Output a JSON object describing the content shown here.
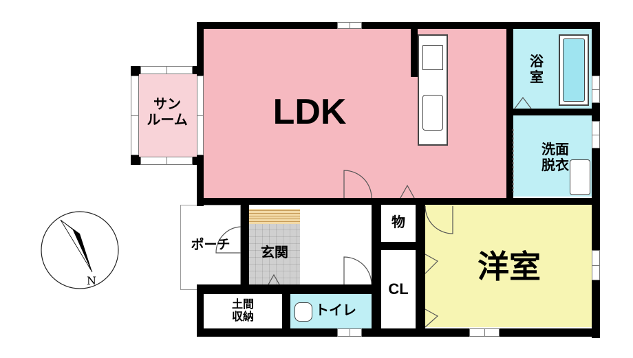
{
  "rooms": {
    "ldk": "LDK",
    "sunroom": "サン\nルーム",
    "bath": "浴\n室",
    "washroom": "洗面\n脱衣",
    "storage": "物",
    "western": "洋室",
    "closet": "CL",
    "porch": "ポーチ",
    "entrance": "玄関",
    "earth_storage": "土間\n収納",
    "toilet": "トイレ"
  },
  "compass": {
    "north_label": "N"
  },
  "colors": {
    "ldk": "#f6b9c0",
    "sunroom": "#f8d3d8",
    "wet": "#bfeff5",
    "western": "#f7f5b3",
    "wall": "#000000"
  }
}
